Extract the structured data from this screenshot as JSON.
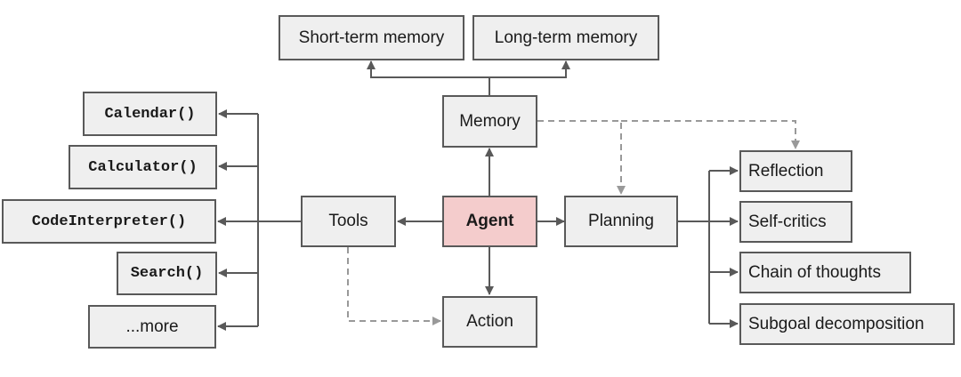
{
  "nodes": {
    "short_term_memory": "Short-term memory",
    "long_term_memory": "Long-term memory",
    "memory": "Memory",
    "agent": "Agent",
    "tools": "Tools",
    "planning": "Planning",
    "action": "Action",
    "reflection": "Reflection",
    "self_critics": "Self-critics",
    "chain_of_thoughts": "Chain of thoughts",
    "subgoal_decomposition": "Subgoal decomposition",
    "calendar": "Calendar()",
    "calculator": "Calculator()",
    "code_interpreter": "CodeInterpreter()",
    "search": "Search()",
    "more": "...more"
  },
  "colors": {
    "agent_fill": "#f4cccc",
    "node_fill": "#efefef",
    "solid_edge": "#595959",
    "dashed_edge": "#999999"
  }
}
